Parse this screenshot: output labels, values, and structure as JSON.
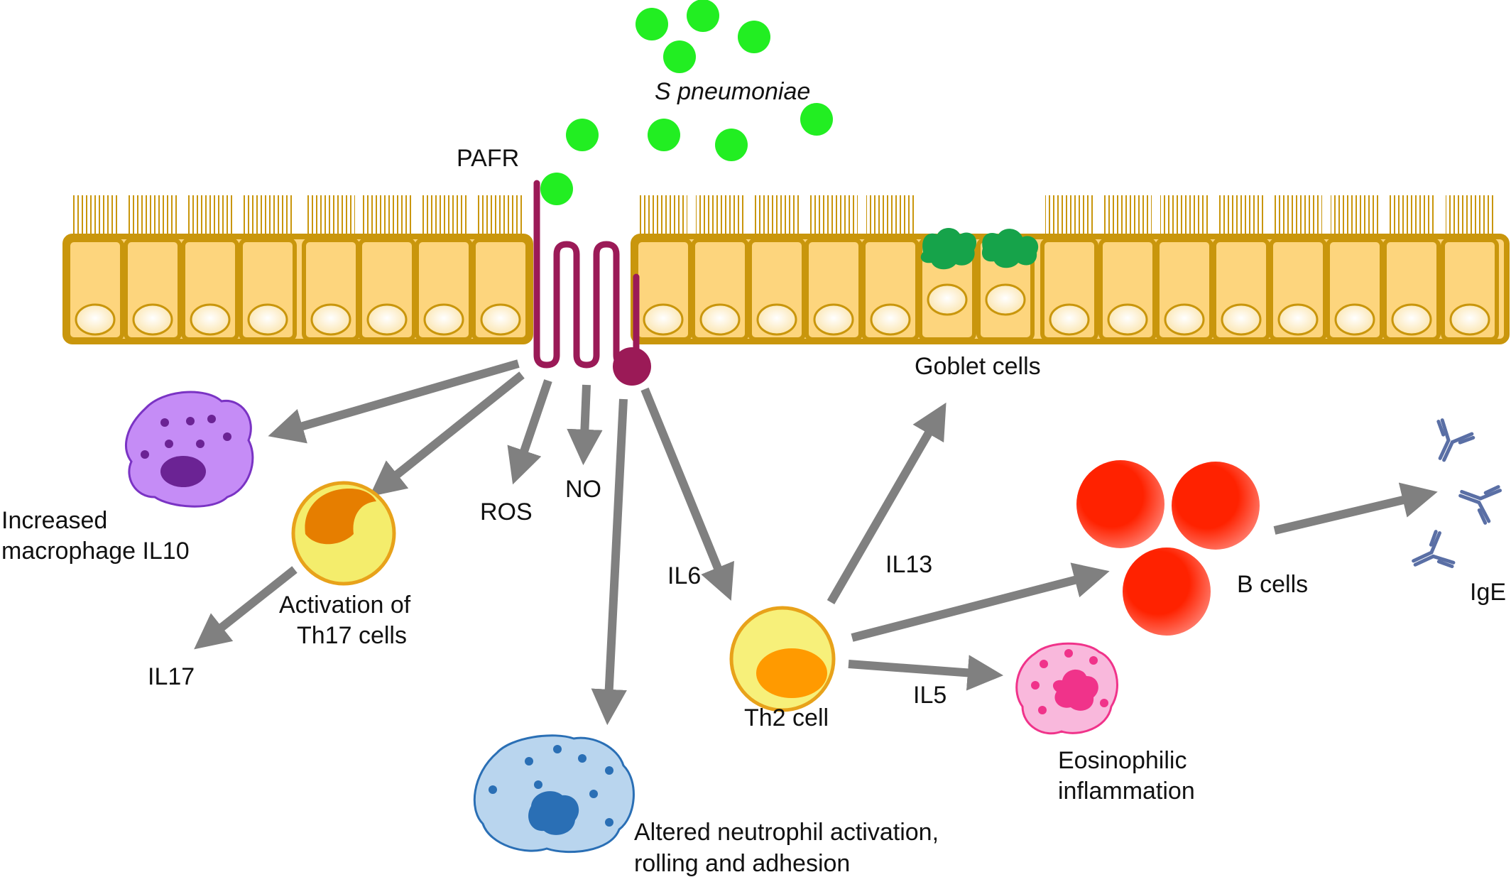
{
  "labels": {
    "pathogen": "S pneumoniae",
    "receptor": "PAFR",
    "goblet": "Goblet cells",
    "macrophage_1": "Increased",
    "macrophage_2": "macrophage IL10",
    "th17_1": "Activation of",
    "th17_2": "Th17 cells",
    "il17": "IL17",
    "ros": "ROS",
    "no": "NO",
    "il6": "IL6",
    "il13": "IL13",
    "il5": "IL5",
    "th2": "Th2 cell",
    "bcells": "B cells",
    "ige": "IgE",
    "eos_1": "Eosinophilic",
    "eos_2": "inflammation",
    "neut_1": "Altered neutrophil activation,",
    "neut_2": "rolling and adhesion"
  },
  "colors": {
    "epithelium_fill": "#fdd57d",
    "epithelium_edge": "#c9960c",
    "bacteria": "#22ee22",
    "receptor": "#9b1a57",
    "arrow": "#808080",
    "mucus": "#16a34a",
    "macrophage": "#c58cf6",
    "macrophage_nucleus": "#6b2394",
    "th17_outer": "#f4ed6c",
    "th17_nucleus": "#e67e00",
    "th2_nucleus": "#ff9a00",
    "bcell": "#ff2200",
    "eosinophil": "#f9b8dc",
    "eosinophil_granule": "#f0338a",
    "neutrophil": "#b9d5ee",
    "neutrophil_granule": "#2a6fb5",
    "antibody": "#5a6fa5"
  }
}
